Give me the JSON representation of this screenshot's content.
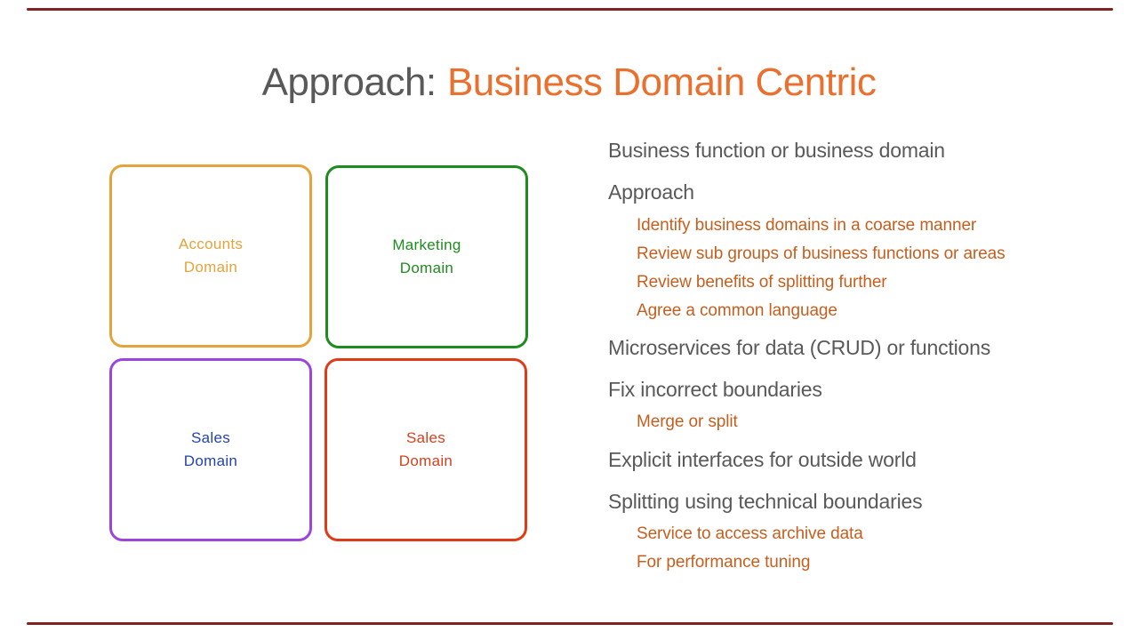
{
  "slide": {
    "title": {
      "prefix": "Approach:",
      "highlight": "Business Domain Centric",
      "prefix_color": "#595959",
      "highlight_color": "#E9702E"
    },
    "accent_rule_color": "#7E2222",
    "colors": {
      "bullet_level1": "#595959",
      "bullet_level2": "#C55F1F"
    },
    "boxes": [
      {
        "label": "Accounts\nDomain",
        "border_color": "#E5A33C",
        "text_color": "#E5A33C"
      },
      {
        "label": "Marketing\nDomain",
        "border_color": "#1E8C1E",
        "text_color": "#1E8C1E"
      },
      {
        "label": "Sales\nDomain",
        "border_color": "#9B45DB",
        "text_color": "#2344A8"
      },
      {
        "label": "Sales\nDomain",
        "border_color": "#E03A17",
        "text_color": "#D2421F"
      }
    ],
    "bullets": [
      {
        "text": "Business function or business domain",
        "level": 1
      },
      {
        "text": "Approach",
        "level": 1
      },
      {
        "text": "Identify business domains in a coarse manner",
        "level": 2
      },
      {
        "text": "Review sub groups of business functions or areas",
        "level": 2
      },
      {
        "text": "Review benefits of splitting further",
        "level": 2
      },
      {
        "text": "Agree a common language",
        "level": 2
      },
      {
        "text": "Microservices for data (CRUD) or functions",
        "level": 1
      },
      {
        "text": "Fix incorrect boundaries",
        "level": 1
      },
      {
        "text": "Merge or split",
        "level": 2
      },
      {
        "text": "Explicit interfaces for outside world",
        "level": 1
      },
      {
        "text": "Splitting using technical boundaries",
        "level": 1
      },
      {
        "text": "Service to access archive data",
        "level": 2
      },
      {
        "text": "For performance tuning",
        "level": 2
      }
    ]
  }
}
